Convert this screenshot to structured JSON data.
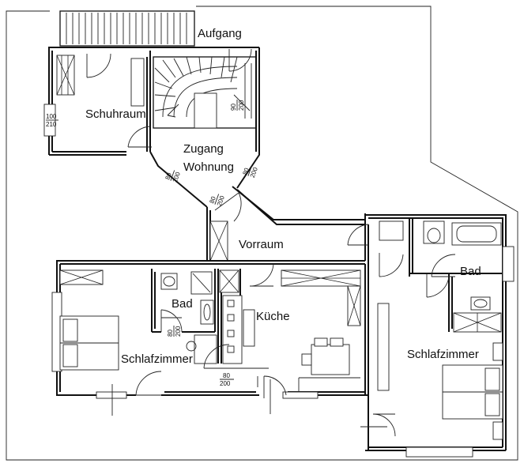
{
  "rooms": {
    "aufgang": "Aufgang",
    "schuhraum": "Schuhraum",
    "zugang_line1": "Zugang",
    "zugang_line2": "Wohnung",
    "vorraum": "Vorraum",
    "bad_left": "Bad",
    "kueche": "Küche",
    "schlafzimmer_left": "Schlafzimmer",
    "bad_right": "Bad",
    "schlafzimmer_right": "Schlafzimmer"
  },
  "dimensions": {
    "schuhraum_w_top": "100",
    "schuhraum_w_bottom": "210",
    "stair_door_top": "90",
    "stair_door_bottom": "200",
    "zugang_door_a_top": "80",
    "zugang_door_a_bottom": "200",
    "zugang_door_b_top": "80",
    "zugang_door_b_bottom": "200",
    "zugang_door_c_top": "80",
    "zugang_door_c_bottom": "200",
    "bad_door_top": "80",
    "bad_door_bottom": "200",
    "kueche_door_top": "80",
    "kueche_door_bottom": "200"
  }
}
